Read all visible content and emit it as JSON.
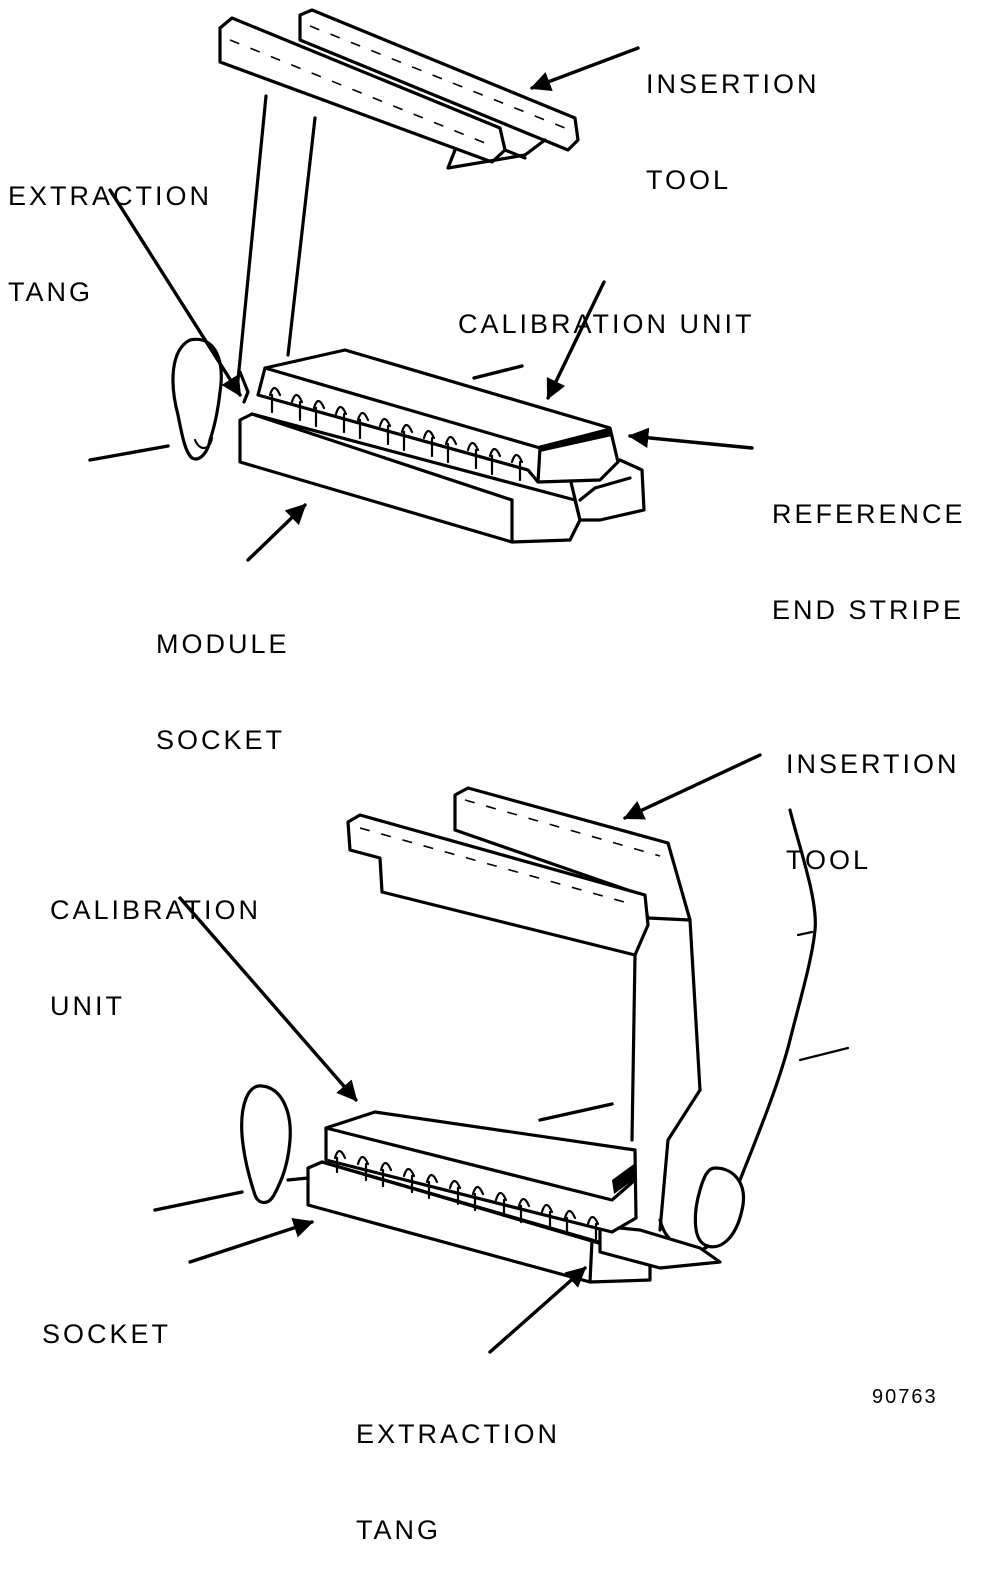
{
  "top_figure": {
    "labels": {
      "insertion_tool": [
        "INSERTION",
        "TOOL"
      ],
      "extraction_tang": [
        "EXTRACTION",
        "TANG"
      ],
      "calibration_unit": [
        "CALIBRATION UNIT"
      ],
      "reference_end_stripe": [
        "REFERENCE",
        "END STRIPE"
      ],
      "module_socket": [
        "MODULE",
        "SOCKET"
      ]
    }
  },
  "bottom_figure": {
    "labels": {
      "insertion_tool": [
        "INSERTION",
        "TOOL"
      ],
      "calibration_unit": [
        "CALIBRATION",
        "UNIT"
      ],
      "socket": [
        "SOCKET"
      ],
      "extraction_tang": [
        "EXTRACTION",
        "TANG"
      ]
    }
  },
  "figure_number": "90763"
}
